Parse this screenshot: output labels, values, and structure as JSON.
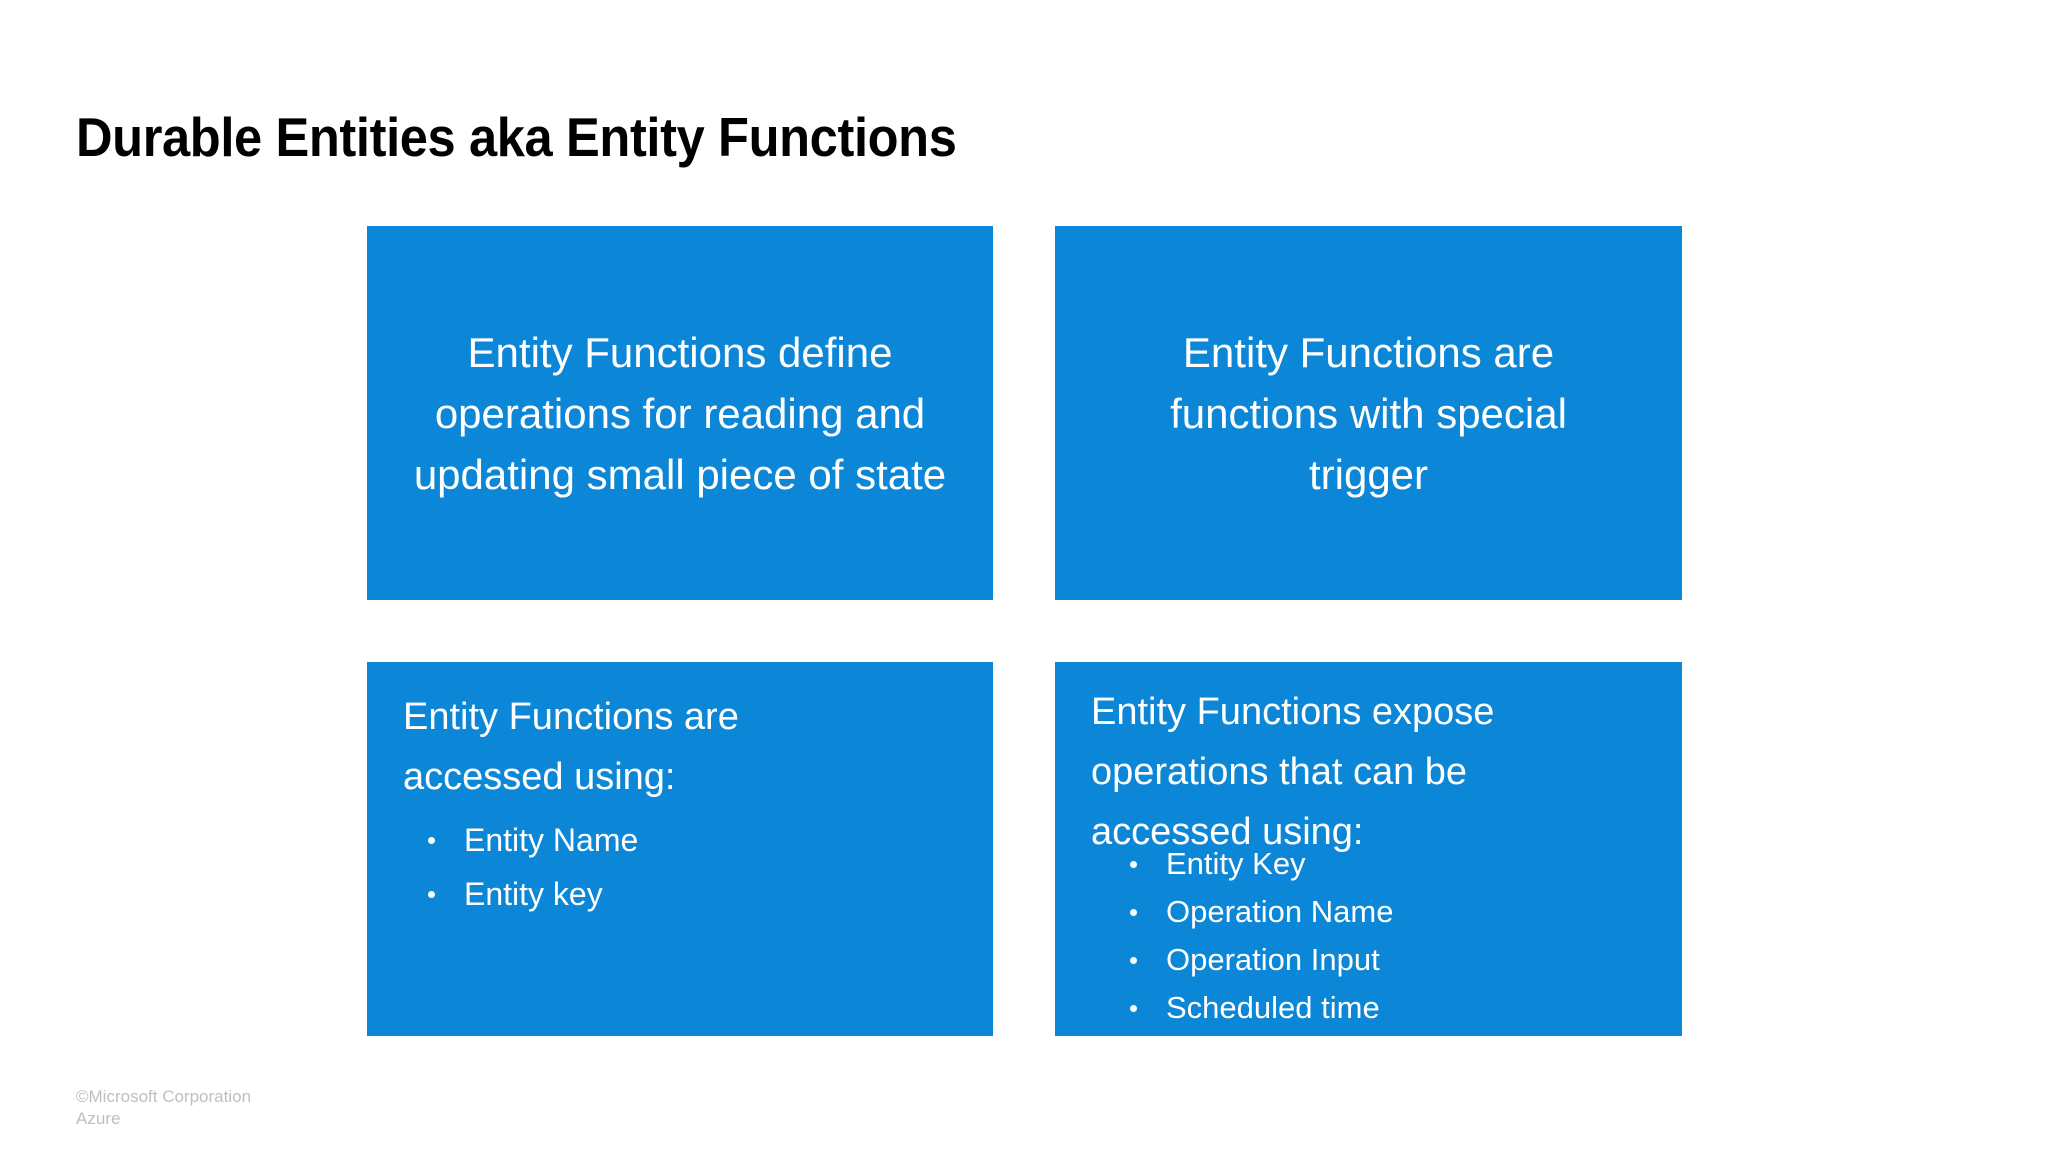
{
  "slide": {
    "title": "Durable Entities aka Entity Functions",
    "background_color": "#ffffff",
    "accent_color": "#0c86d6",
    "text_color": "#ffffff"
  },
  "boxes": {
    "top_left": {
      "text": "Entity Functions define operations for reading and updating small piece of state",
      "align": "center"
    },
    "top_right": {
      "text": "Entity Functions are functions with special trigger",
      "align": "center"
    },
    "bottom_left": {
      "heading": "Entity Functions are accessed using:",
      "align": "left",
      "bullets": [
        "Entity Name",
        "Entity key"
      ]
    },
    "bottom_right": {
      "heading": "Entity Functions expose operations that can be accessed using:",
      "align": "left",
      "bullets": [
        "Entity Key",
        "Operation Name",
        "Operation Input",
        "Scheduled time"
      ]
    }
  },
  "footer": {
    "copyright": "©Microsoft Corporation",
    "product": "Azure"
  }
}
